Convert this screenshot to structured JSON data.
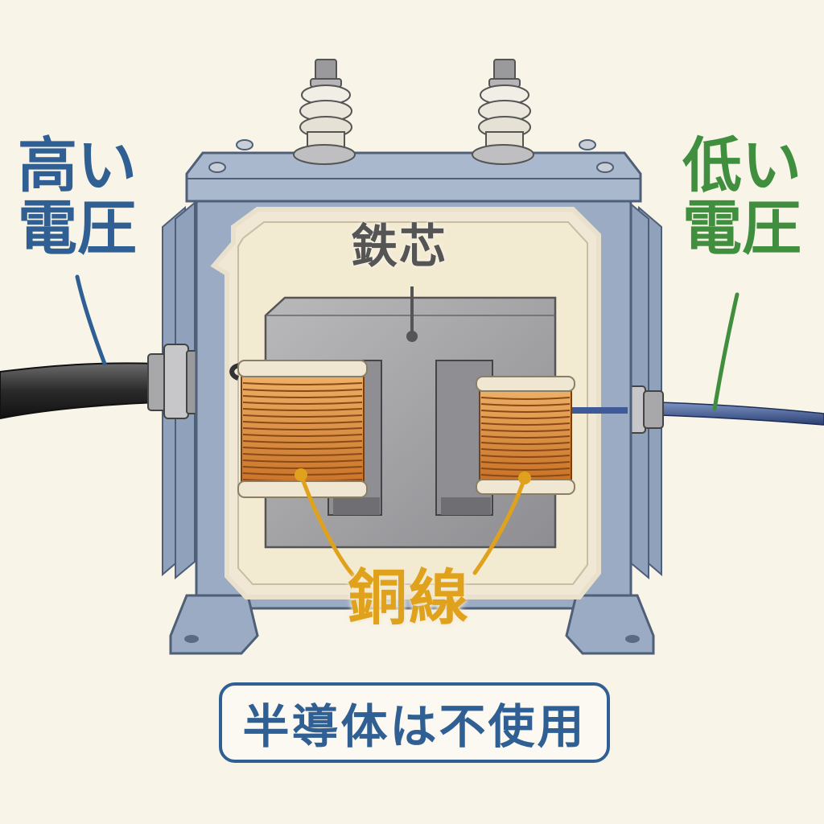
{
  "labels": {
    "high_voltage": "高い電圧",
    "low_voltage": "低い電圧",
    "iron_core": "鉄芯",
    "copper_wire": "銅線"
  },
  "note": {
    "text": "半導体は不使用"
  },
  "colors": {
    "background": "#f8f4e8",
    "high_voltage": "#2f5f93",
    "low_voltage": "#3f8f3f",
    "copper": "#e0a11c",
    "core": "#555555",
    "casing": "#9aabc3"
  }
}
